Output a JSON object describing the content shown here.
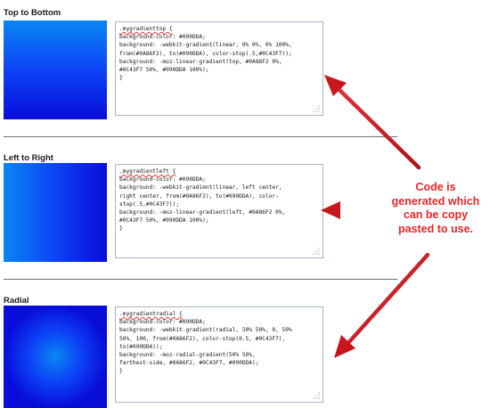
{
  "sections": [
    {
      "title": "Top to Bottom",
      "code": [
        ".mygradienttop {",
        "background-color: #090DDA;",
        "background: -webkit-gradient(linear, 0% 0%, 0% 100%,",
        "from(#0A86F2), to(#090DDA), color-stop(.5,#0C43F7));",
        "background: -moz-linear-gradient(top, #0A86F2 0%,",
        "#0C43F7 50%, #090DDA 100%);",
        "}"
      ]
    },
    {
      "title": "Left to Right",
      "code": [
        ".mygradientleft {",
        "background-color: #090DDA;",
        "background: -webkit-gradient(linear, left center,",
        "right center, from(#0A86F2), to(#090DDA), color-",
        "stop(.5,#0C43F7));",
        "background: -moz-linear-gradient(left, #0A86F2 0%,",
        "#0C43F7 50%, #090DDA 100%);",
        "}"
      ]
    },
    {
      "title": "Radial",
      "code": [
        ".mygradientradial {",
        "background-color: #090DDA;",
        "background: -webkit-gradient(radial, 50% 50%, 0, 50%",
        "50%, 100, from(#0A86F2), color-stop(0.5, #0C43F7),",
        "to(#090DDA));",
        "background: -moz-radial-gradient(50% 50%,",
        "farthest-side, #0A86F2, #0C43F7, #090DDA);",
        "}"
      ]
    }
  ],
  "annotation": {
    "lines": [
      "Code is",
      "generated which",
      "can be copy",
      "pasted to use."
    ],
    "color": "#E8262A"
  },
  "colors": {
    "gradient_start": "#0A86F2",
    "gradient_mid": "#0C43F7",
    "gradient_end": "#090DDA",
    "arrow": "#C8161D",
    "textarea_border": "#A9B4C3"
  },
  "icons": [
    "resize-grip-icon",
    "arrow-icon"
  ]
}
